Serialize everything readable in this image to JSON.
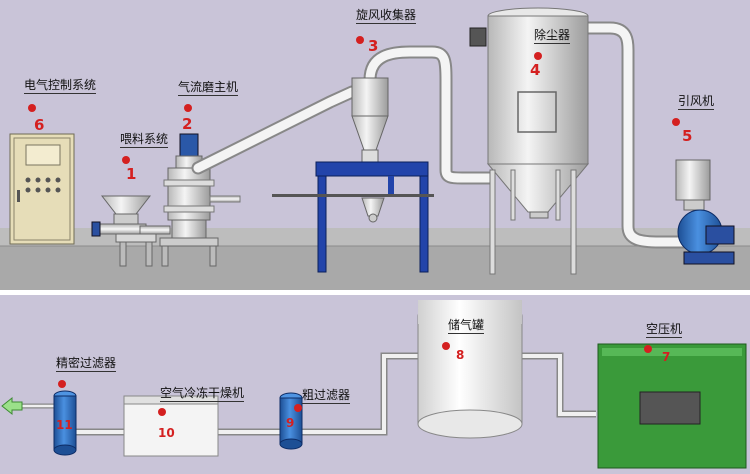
{
  "components": [
    {
      "id": "electric-control",
      "number": "6",
      "label": "电气控制系统"
    },
    {
      "id": "feeding",
      "number": "1",
      "label": "喂料系统"
    },
    {
      "id": "jet-mill",
      "number": "2",
      "label": "气流磨主机"
    },
    {
      "id": "cyclone",
      "number": "3",
      "label": "旋风收集器"
    },
    {
      "id": "dust-collector",
      "number": "4",
      "label": "除尘器"
    },
    {
      "id": "induced-fan",
      "number": "5",
      "label": "引风机"
    },
    {
      "id": "air-tank",
      "number": "8",
      "label": "储气罐"
    },
    {
      "id": "compressor",
      "number": "7",
      "label": "空压机"
    },
    {
      "id": "fine-filter",
      "number": "11",
      "label": "精密过滤器"
    },
    {
      "id": "dryer",
      "number": "10",
      "label": "空气冷冻干燥机"
    },
    {
      "id": "coarse-filter",
      "number": "9",
      "label": "粗过滤器"
    }
  ],
  "colors": {
    "marker": "#d42020",
    "background": "#c9c4d8",
    "floor": "#a8a8a8",
    "tank": "#f2f2f2",
    "compressor": "#3a9a3a",
    "filter": "#2a6fc0",
    "frame": "#2244aa"
  }
}
